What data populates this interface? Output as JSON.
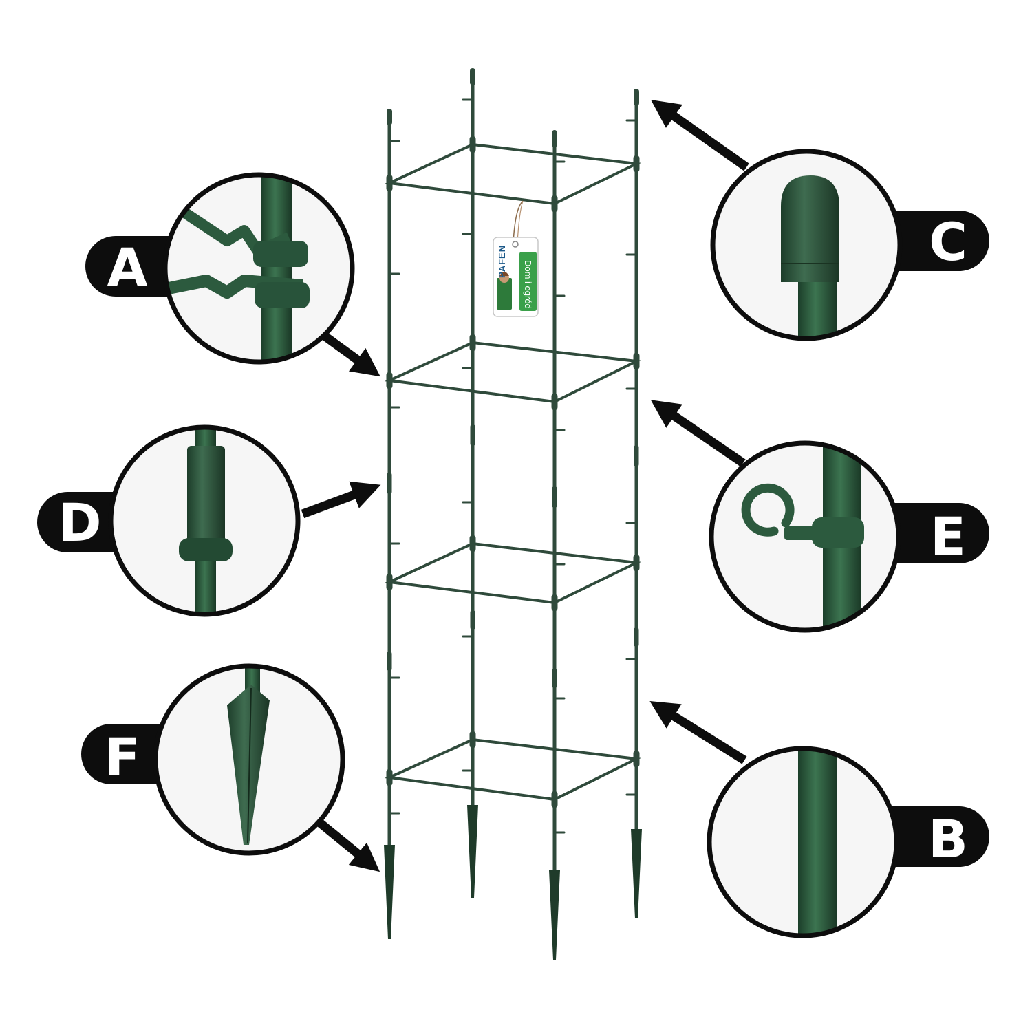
{
  "product": {
    "tag": {
      "brand": "PAFEN",
      "slogan": "Dom i ogród"
    }
  },
  "callouts": [
    {
      "id": "A",
      "label": "A",
      "detail": "clip-connector"
    },
    {
      "id": "B",
      "label": "B",
      "detail": "pole-section"
    },
    {
      "id": "C",
      "label": "C",
      "detail": "end-cap"
    },
    {
      "id": "D",
      "label": "D",
      "detail": "pole-joint"
    },
    {
      "id": "E",
      "label": "E",
      "detail": "hook-ring"
    },
    {
      "id": "F",
      "label": "F",
      "detail": "ground-spike"
    }
  ],
  "colors": {
    "frame": "#2f4a3b",
    "pole_green": "#2c5a3e",
    "badge": "#0d0d0d",
    "circle_bg": "#f6f6f6",
    "tag_green": "#3aa04a"
  }
}
